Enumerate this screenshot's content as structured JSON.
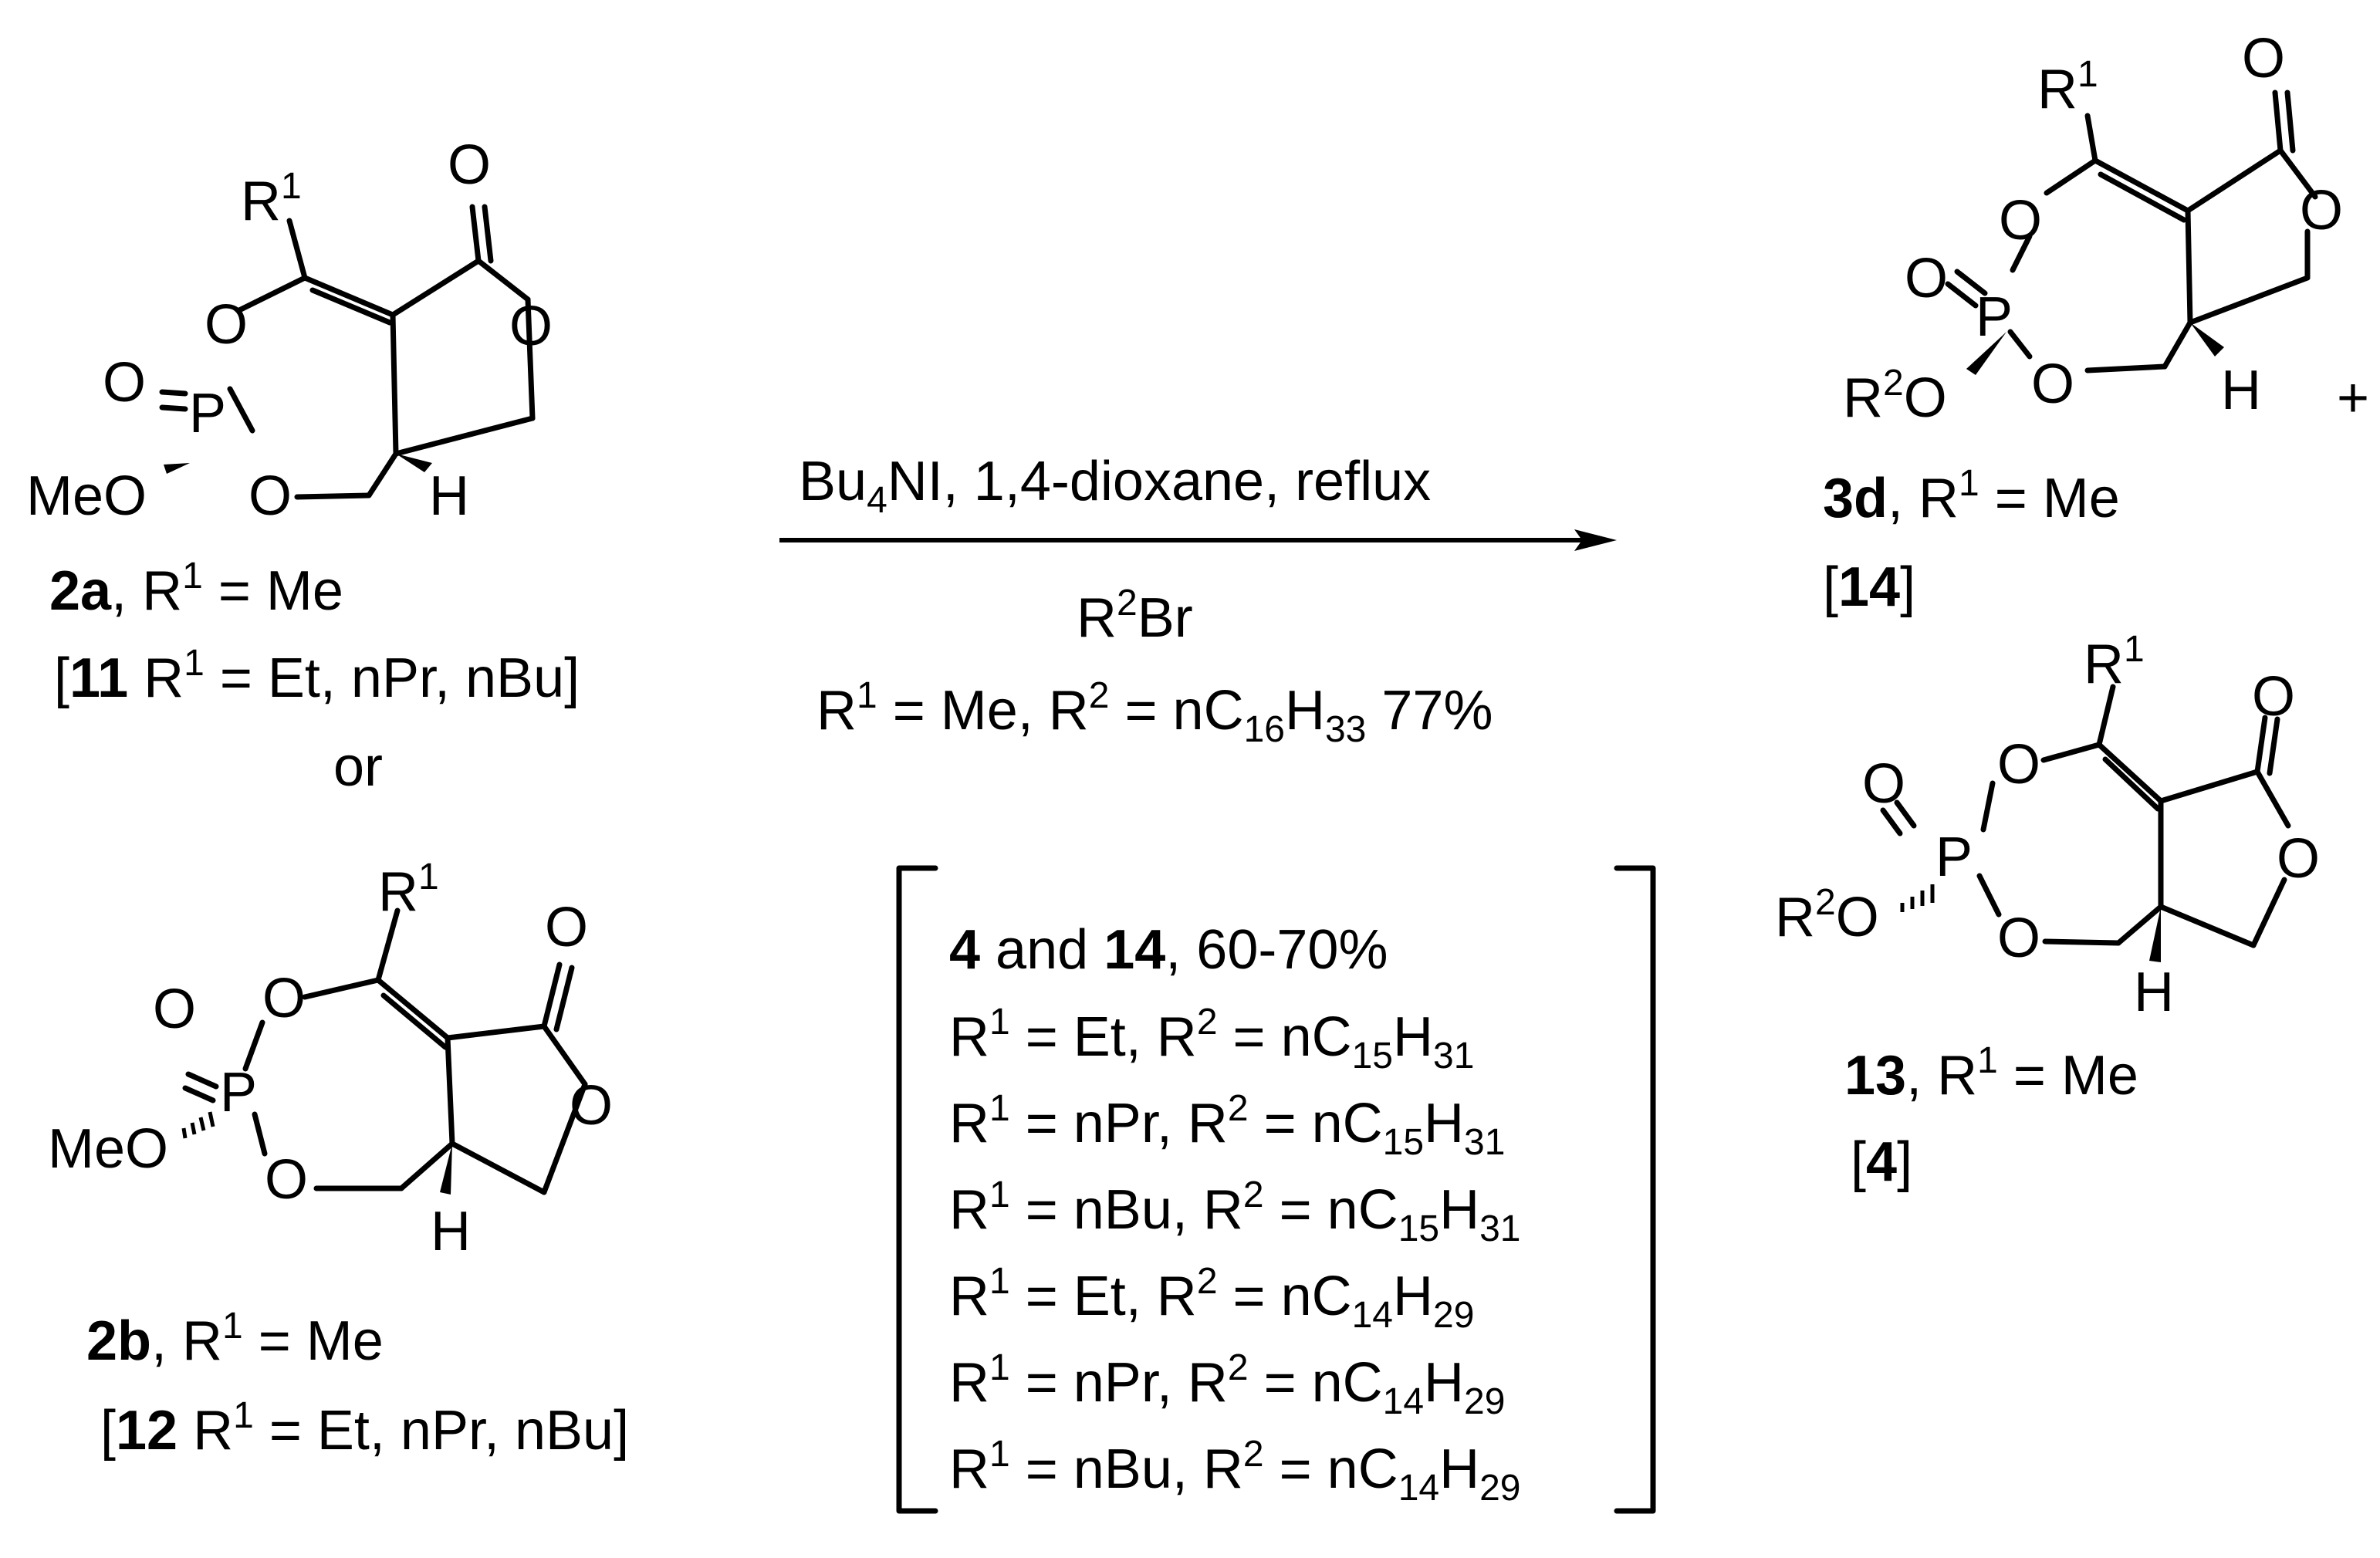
{
  "atoms": {
    "R": "R",
    "sup1": "1",
    "sup2": "2",
    "O": "O",
    "P": "P",
    "H": "H",
    "MeO": "MeO",
    "Br": "Br",
    "plus": "+"
  },
  "compounds": {
    "c2a": {
      "id": "2a",
      "rest": ", R",
      "eq": " = Me"
    },
    "c11": {
      "open": "[",
      "id": "11",
      "text": " R",
      "eq": " = Et, nPr, nBu]"
    },
    "or": "or",
    "c2b": {
      "id": "2b",
      "rest": ", R",
      "eq": " = Me"
    },
    "c12": {
      "open": "[",
      "id": "12",
      "text": " R",
      "eq": " = Et, nPr, nBu]"
    },
    "c3d": {
      "id": "3d",
      "rest": ", R",
      "eq": " = Me"
    },
    "ref14": {
      "open": "[",
      "id": "14",
      "close": "]"
    },
    "c13": {
      "id": "13",
      "rest": ", R",
      "eq": " = Me"
    },
    "ref4": {
      "open": "[",
      "id": "4",
      "close": "]"
    }
  },
  "reaction": {
    "reagent_a": "Bu",
    "reagent_sub": "4",
    "reagent_b": "NI, 1,4-dioxane, reflux",
    "conditions": {
      "eq1": " = Me, R",
      "eq2": " = nC",
      "sub_c": "16",
      "h": "H",
      "sub_h": "33",
      "yield": " 77%"
    }
  },
  "bracket_box": {
    "header": {
      "a": "4",
      "and": " and ",
      "b": "14",
      "yield": ", 60-70%"
    },
    "rows": [
      {
        "r1": "Et",
        "c": "15",
        "h": "31"
      },
      {
        "r1": "nPr",
        "c": "15",
        "h": "31"
      },
      {
        "r1": "nBu",
        "c": "15",
        "h": "31"
      },
      {
        "r1": "Et",
        "c": "14",
        "h": "29"
      },
      {
        "r1": "nPr",
        "c": "14",
        "h": "29"
      },
      {
        "r1": "nBu",
        "c": "14",
        "h": "29"
      }
    ],
    "labels": {
      "eq": " = ",
      "mid": ", R",
      "eq_n": " = nC",
      "h": "H"
    }
  }
}
